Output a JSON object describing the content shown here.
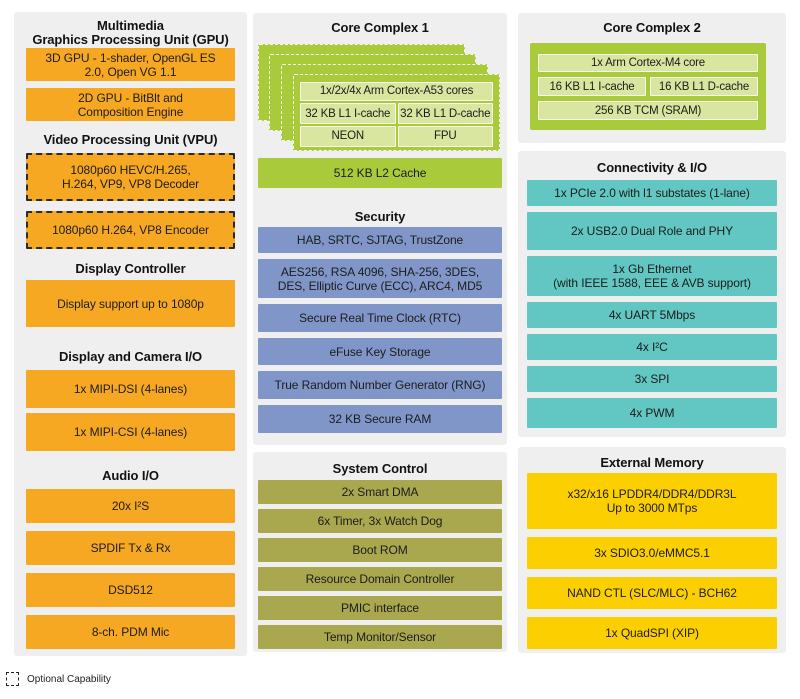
{
  "colors": {
    "orange": "#F7A823",
    "yellow": "#FCD000",
    "green": "#A9CB3B",
    "light_green": "#D8E6A0",
    "blue": "#8096C8",
    "olive": "#A9A84E",
    "teal": "#62C7C2",
    "panel_gray": "#F0EFEF",
    "text": "#1c1c1c"
  },
  "left": {
    "gpu": {
      "title1": "Multimedia",
      "title2": "Graphics Processing Unit (GPU)",
      "items": [
        "3D GPU - 1-shader, OpenGL ES\n2.0, Open VG 1.1",
        "2D GPU - BitBlt and\nComposition Engine"
      ]
    },
    "vpu": {
      "title": "Video Processing Unit (VPU)",
      "items": [
        "1080p60 HEVC/H.265,\nH.264, VP9, VP8 Decoder",
        "1080p60 H.264, VP8 Encoder"
      ]
    },
    "display": {
      "title": "Display Controller",
      "items": [
        "Display support up to 1080p"
      ]
    },
    "display_camera": {
      "title": "Display and Camera I/O",
      "items": [
        "1x MIPI-DSI (4-lanes)",
        "1x MIPI-CSI (4-lanes)"
      ]
    },
    "audio": {
      "title": "Audio I/O",
      "items": [
        "20x I²S",
        "SPDIF Tx & Rx",
        "DSD512",
        "8-ch. PDM Mic"
      ]
    }
  },
  "core1": {
    "title": "Core Complex 1",
    "cores": "1x/2x/4x Arm Cortex-A53 cores",
    "icache": "32 KB L1 I-cache",
    "dcache": "32 KB L1 D-cache",
    "neon": "NEON",
    "fpu": "FPU",
    "l2": "512 KB L2 Cache"
  },
  "security": {
    "title": "Security",
    "items": [
      "HAB, SRTC, SJTAG, TrustZone",
      "AES256, RSA 4096, SHA-256, 3DES,\nDES, Elliptic Curve (ECC), ARC4, MD5",
      "Secure Real Time Clock (RTC)",
      "eFuse Key Storage",
      "True Random Number Generator (RNG)",
      "32 KB Secure RAM"
    ]
  },
  "syscontrol": {
    "title": "System Control",
    "items": [
      "2x Smart DMA",
      "6x Timer, 3x Watch Dog",
      "Boot ROM",
      "Resource Domain Controller",
      "PMIC interface",
      "Temp Monitor/Sensor"
    ]
  },
  "core2": {
    "title": "Core Complex 2",
    "core": "1x Arm Cortex-M4 core",
    "icache": "16 KB L1 I-cache",
    "dcache": "16 KB L1 D-cache",
    "tcm": "256 KB TCM (SRAM)"
  },
  "connectivity": {
    "title": "Connectivity & I/O",
    "items": [
      "1x PCIe 2.0 with l1 substates (1-lane)",
      "2x USB2.0 Dual Role and PHY",
      "1x Gb Ethernet\n(with IEEE 1588, EEE & AVB support)",
      "4x UART 5Mbps",
      "4x I²C",
      "3x SPI",
      "4x PWM"
    ]
  },
  "memory": {
    "title": "External Memory",
    "items": [
      "x32/x16 LPDDR4/DDR4/DDR3L\nUp to 3000 MTps",
      "3x SDIO3.0/eMMC5.1",
      "NAND CTL (SLC/MLC) - BCH62",
      "1x QuadSPI (XIP)"
    ]
  },
  "legend": {
    "label": "Optional Capability"
  }
}
